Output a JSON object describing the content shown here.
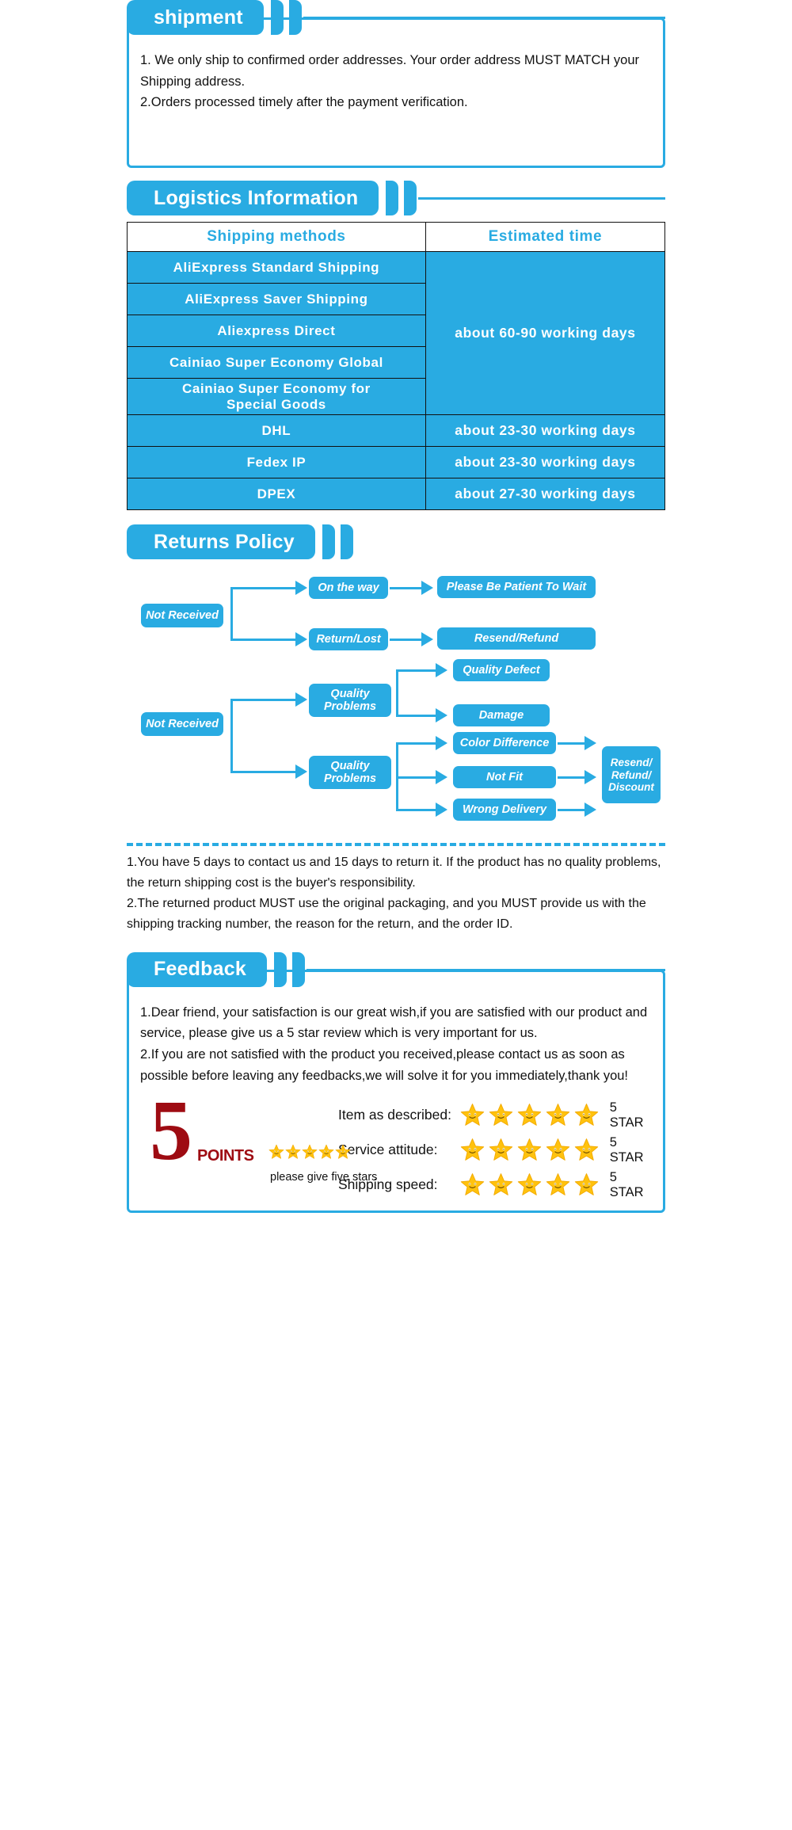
{
  "theme": {
    "accent": "#29ABE2",
    "star": "#FFC20E",
    "logo_red": "#9e0b12"
  },
  "sections": {
    "shipment": {
      "title": "shipment",
      "items": [
        "1. We only ship to confirmed order addresses. Your order address MUST MATCH your Shipping address.",
        "2.Orders processed timely after the payment verification."
      ]
    },
    "logistics": {
      "title": "Logistics Information",
      "headers": [
        "Shipping  methods",
        "Estimated  time"
      ],
      "rows": [
        {
          "method": "AliExpress  Standard  Shipping",
          "time": "about  60-90  working  days",
          "time_span": 5
        },
        {
          "method": "AliExpress  Saver  Shipping"
        },
        {
          "method": "Aliexpress  Direct"
        },
        {
          "method": "Cainiao  Super  Economy  Global"
        },
        {
          "method": "Cainiao  Super  Economy  for\nSpecial  Goods"
        },
        {
          "method": "DHL",
          "time": "about  23-30  working  days",
          "time_span": 1
        },
        {
          "method": "Fedex  IP",
          "time": "about  23-30  working  days",
          "time_span": 1
        },
        {
          "method": "DPEX",
          "time": "about  27-30  working  days",
          "time_span": 1
        }
      ]
    },
    "returns": {
      "title": "Returns Policy",
      "flow_nodes": {
        "not_received_1": "Not Received",
        "on_the_way": "On the way",
        "return_lost": "Return/Lost",
        "please_wait": "Please Be Patient To Wait",
        "resend_refund": "Resend/Refund",
        "not_received_2": "Not Received",
        "quality_problems_1": "Quality\nProblems",
        "quality_problems_2": "Quality\nProblems",
        "quality_defect": "Quality Defect",
        "damage": "Damage",
        "color_difference": "Color Difference",
        "not_fit": "Not Fit",
        "wrong_delivery": "Wrong Delivery",
        "resend_refund_discount": "Resend/\nRefund/\nDiscount"
      },
      "notes": [
        "1.You have 5 days to contact us and 15 days to return it. If the product has no quality problems, the return shipping cost is the buyer's responsibility.",
        "2.The returned product MUST use the original packaging, and you MUST provide us with the shipping tracking number, the reason for the return, and the order ID."
      ]
    },
    "feedback": {
      "title": "Feedback",
      "items": [
        "1.Dear friend, your satisfaction is our great wish,if you are satisfied with our product and service, please give us a 5 star review which is very important for us.",
        "2.If you are not satisfied with the product you received,please contact us as soon as possible before leaving any feedbacks,we will solve it for you immediately,thank you!"
      ],
      "logo": {
        "number": "5",
        "points": "POINTS",
        "caption": "please give five stars",
        "star_count": 5
      },
      "ratings": [
        {
          "label": "Item as described:",
          "stars": 5,
          "tag": "5 STAR"
        },
        {
          "label": "Service attitude:",
          "stars": 5,
          "tag": "5 STAR"
        },
        {
          "label": "Shipping speed:",
          "stars": 5,
          "tag": "5 STAR"
        }
      ]
    }
  }
}
